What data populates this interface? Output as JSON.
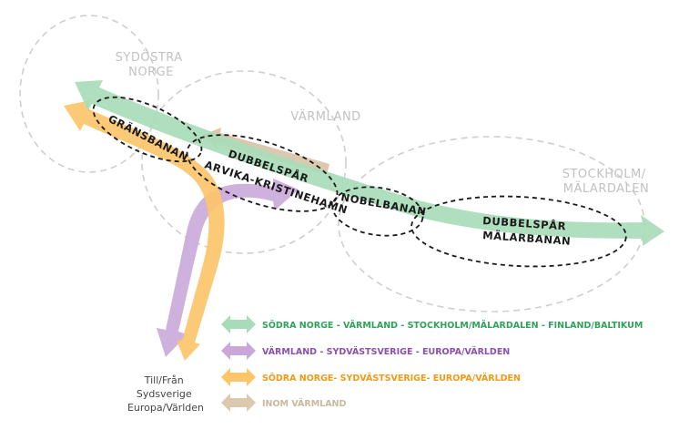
{
  "regions": {
    "sydostra_norge": [
      "SYDÖSTRA",
      "NORGE"
    ],
    "varmland": "VÄRMLAND",
    "stockholm": [
      "STOCKHOLM/",
      "MÄLARDALEN"
    ]
  },
  "routes": {
    "gransbanan": "GRÄNSBANAN",
    "dubbelspar_arvika": [
      "DUBBELSPÅR",
      "ARVIKA-KRISTINEHAMN"
    ],
    "nobelbanan": "NOBELBANAN",
    "dubbelspar_malarbanan": [
      "DUBBELSPÅR",
      "MÄLARBANAN"
    ]
  },
  "destination": [
    "Till/Från",
    "Sydsverige",
    "Europa/Världen"
  ],
  "legend": [
    {
      "label": "SÖDRA NORGE - VÄRMLAND - STOCKHOLM/MÄLARDALEN - FINLAND/BALTIKUM",
      "color": "#a8dcb8",
      "text_color": "#2fa35a"
    },
    {
      "label": "VÄRMLAND - SYDVÄSTSVERIGE - EUROPA/VÄRLDEN",
      "color": "#c9a8d9",
      "text_color": "#8b4fb0"
    },
    {
      "label": "SÖDRA NORGE- SYDVÄSTSVERIGE- EUROPA/VÄRLDEN",
      "color": "#fcc56a",
      "text_color": "#f29a16"
    },
    {
      "label": "INOM VÄRMLAND",
      "color": "#dcc8ae",
      "text_color": "#c9b79e"
    }
  ]
}
